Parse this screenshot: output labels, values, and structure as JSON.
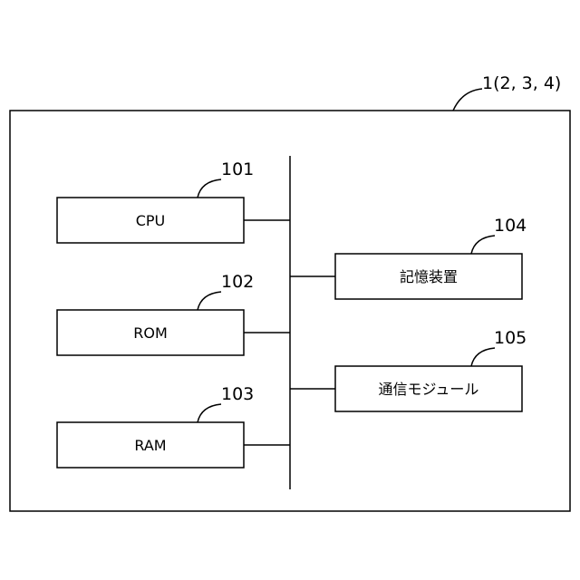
{
  "figure": {
    "device_ref": "1(2, 3, 4)"
  },
  "components": {
    "cpu": {
      "label": "CPU",
      "ref": "101"
    },
    "rom": {
      "label": "ROM",
      "ref": "102"
    },
    "ram": {
      "label": "RAM",
      "ref": "103"
    },
    "storage": {
      "label": "記憶装置",
      "ref": "104"
    },
    "comm": {
      "label": "通信モジュール",
      "ref": "105"
    }
  }
}
